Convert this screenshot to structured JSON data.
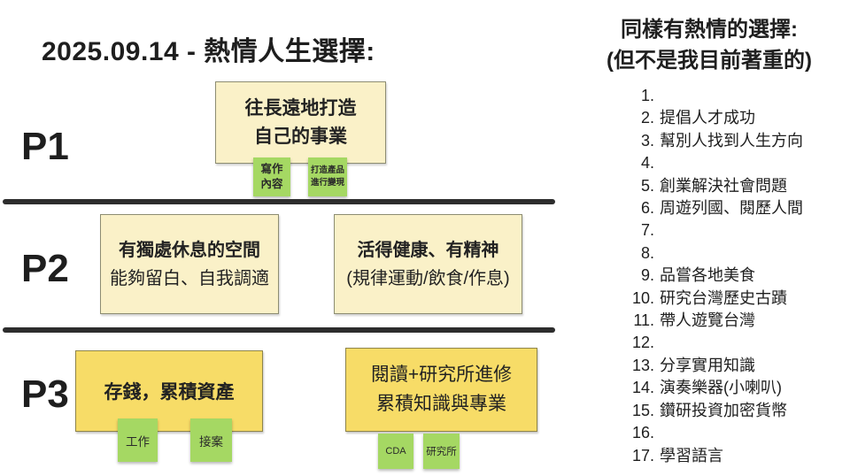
{
  "title": "2025.09.14 - 熱情人生選擇:",
  "colors": {
    "background": "#ffffff",
    "text": "#1e1e1e",
    "pale_yellow": "#faf1c8",
    "pale_yellow_border": "#8d8d72",
    "golden_yellow": "#f7dc67",
    "golden_yellow_border": "#8f8549",
    "note_green": "#a5d863",
    "divider": "#2d2d2d"
  },
  "sections": {
    "p1": {
      "label": "P1",
      "card": {
        "line1": "往長遠地打造",
        "line2": "自己的事業"
      },
      "note1": {
        "line1": "寫作",
        "line2": "內容"
      },
      "note2": {
        "line1": "打造產品",
        "line2": "進行變現"
      }
    },
    "p2": {
      "label": "P2",
      "card1": {
        "line1": "有獨處休息的空間",
        "line2": "能夠留白、自我調適"
      },
      "card2": {
        "line1": "活得健康、有精神",
        "line2": "(規律運動/飲食/作息)"
      }
    },
    "p3": {
      "label": "P3",
      "card1": {
        "line1": "存錢，累積資產"
      },
      "note1": "工作",
      "note2": "接案",
      "card2": {
        "line1": "閱讀+研究所進修",
        "line2": "累積知識與專業"
      },
      "note3": "CDA",
      "note4": "研究所"
    }
  },
  "right_panel": {
    "title_line1": "同樣有熱情的選擇:",
    "title_line2": "(但不是我目前著重的)",
    "items": [
      {
        "num": "1.",
        "text": ""
      },
      {
        "num": "2.",
        "text": "提倡人才成功"
      },
      {
        "num": "3.",
        "text": "幫別人找到人生方向"
      },
      {
        "num": "4.",
        "text": ""
      },
      {
        "num": "5.",
        "text": "創業解決社會問題"
      },
      {
        "num": "6.",
        "text": "周遊列國、閱歷人間"
      },
      {
        "num": "7.",
        "text": ""
      },
      {
        "num": "8.",
        "text": ""
      },
      {
        "num": "9.",
        "text": "品嘗各地美食"
      },
      {
        "num": "10.",
        "text": "研究台灣歷史古蹟"
      },
      {
        "num": "11.",
        "text": "帶人遊覽台灣"
      },
      {
        "num": "12.",
        "text": ""
      },
      {
        "num": "13.",
        "text": "分享實用知識"
      },
      {
        "num": "14.",
        "text": "演奏樂器(小喇叭)"
      },
      {
        "num": "15.",
        "text": "鑽研投資加密貨幣"
      },
      {
        "num": "16.",
        "text": ""
      },
      {
        "num": "17.",
        "text": "學習語言"
      }
    ]
  }
}
